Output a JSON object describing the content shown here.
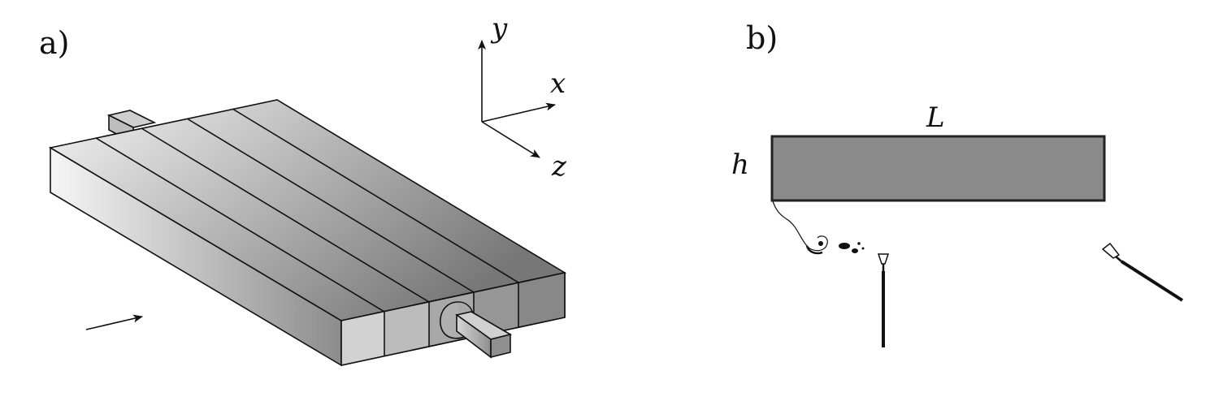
{
  "panels": {
    "a": {
      "label": "a)"
    },
    "b": {
      "label": "b)"
    }
  },
  "axes": {
    "x": "x",
    "y": "y",
    "z": "z"
  },
  "dimensions": {
    "length": "L",
    "height": "h"
  },
  "colors": {
    "block_fill": "#8a8a8a",
    "stroke": "#111111",
    "gradient_light": "#f4f4f4",
    "gradient_dark": "#7a7a7a"
  }
}
